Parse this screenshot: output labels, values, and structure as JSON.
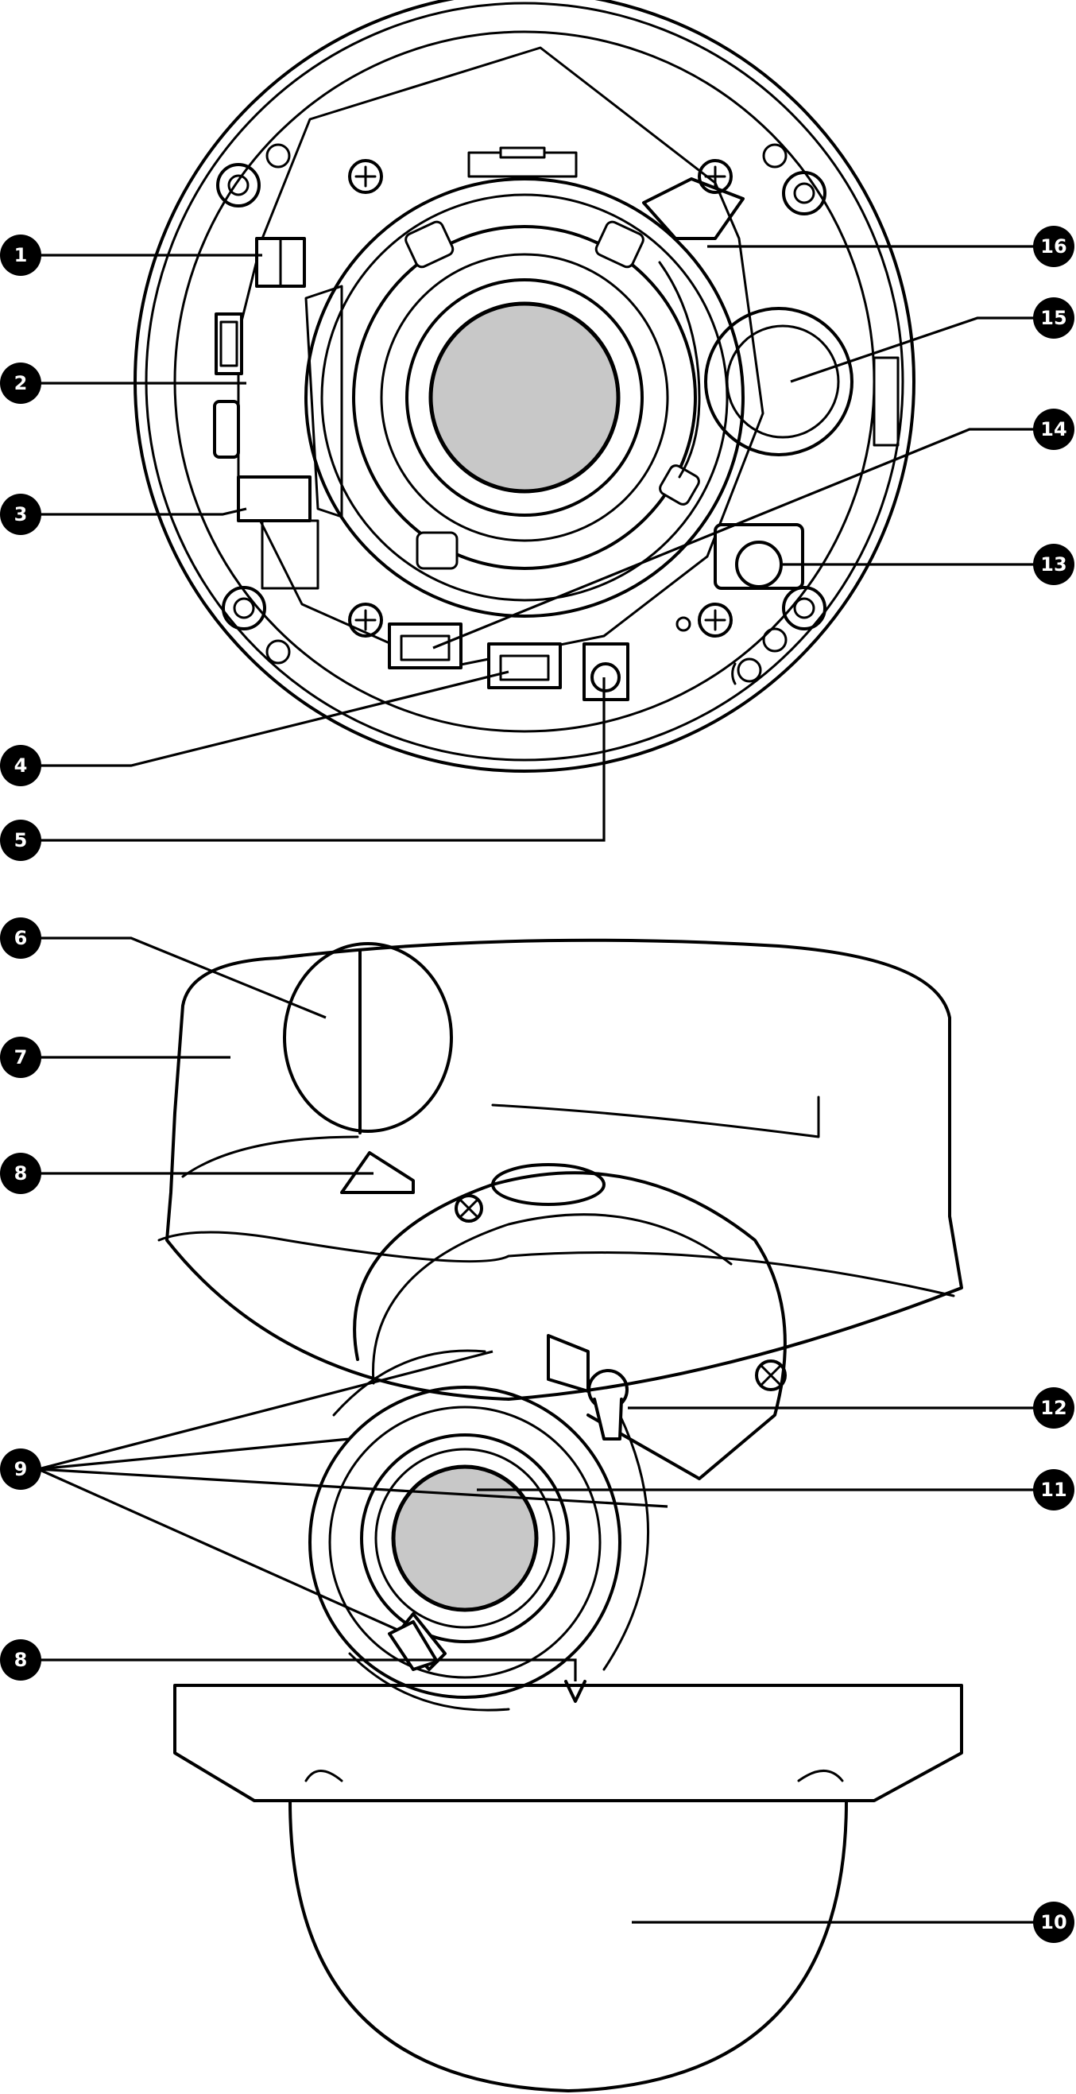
{
  "diagram": {
    "colors": {
      "line": "#000000",
      "lens_glass": "#c8c8c8",
      "background": "#ffffff",
      "callout_text": "#ffffff"
    },
    "callouts": [
      {
        "id": "c1",
        "label": "1"
      },
      {
        "id": "c2",
        "label": "2"
      },
      {
        "id": "c3",
        "label": "3"
      },
      {
        "id": "c4",
        "label": "4"
      },
      {
        "id": "c5",
        "label": "5"
      },
      {
        "id": "c6",
        "label": "6"
      },
      {
        "id": "c7",
        "label": "7"
      },
      {
        "id": "c8a",
        "label": "8"
      },
      {
        "id": "c9",
        "label": "9"
      },
      {
        "id": "c8b",
        "label": "8"
      },
      {
        "id": "c10",
        "label": "10"
      },
      {
        "id": "c11",
        "label": "11"
      },
      {
        "id": "c12",
        "label": "12"
      },
      {
        "id": "c13",
        "label": "13"
      },
      {
        "id": "c14",
        "label": "14"
      },
      {
        "id": "c15",
        "label": "15"
      },
      {
        "id": "c16",
        "label": "16"
      }
    ]
  }
}
